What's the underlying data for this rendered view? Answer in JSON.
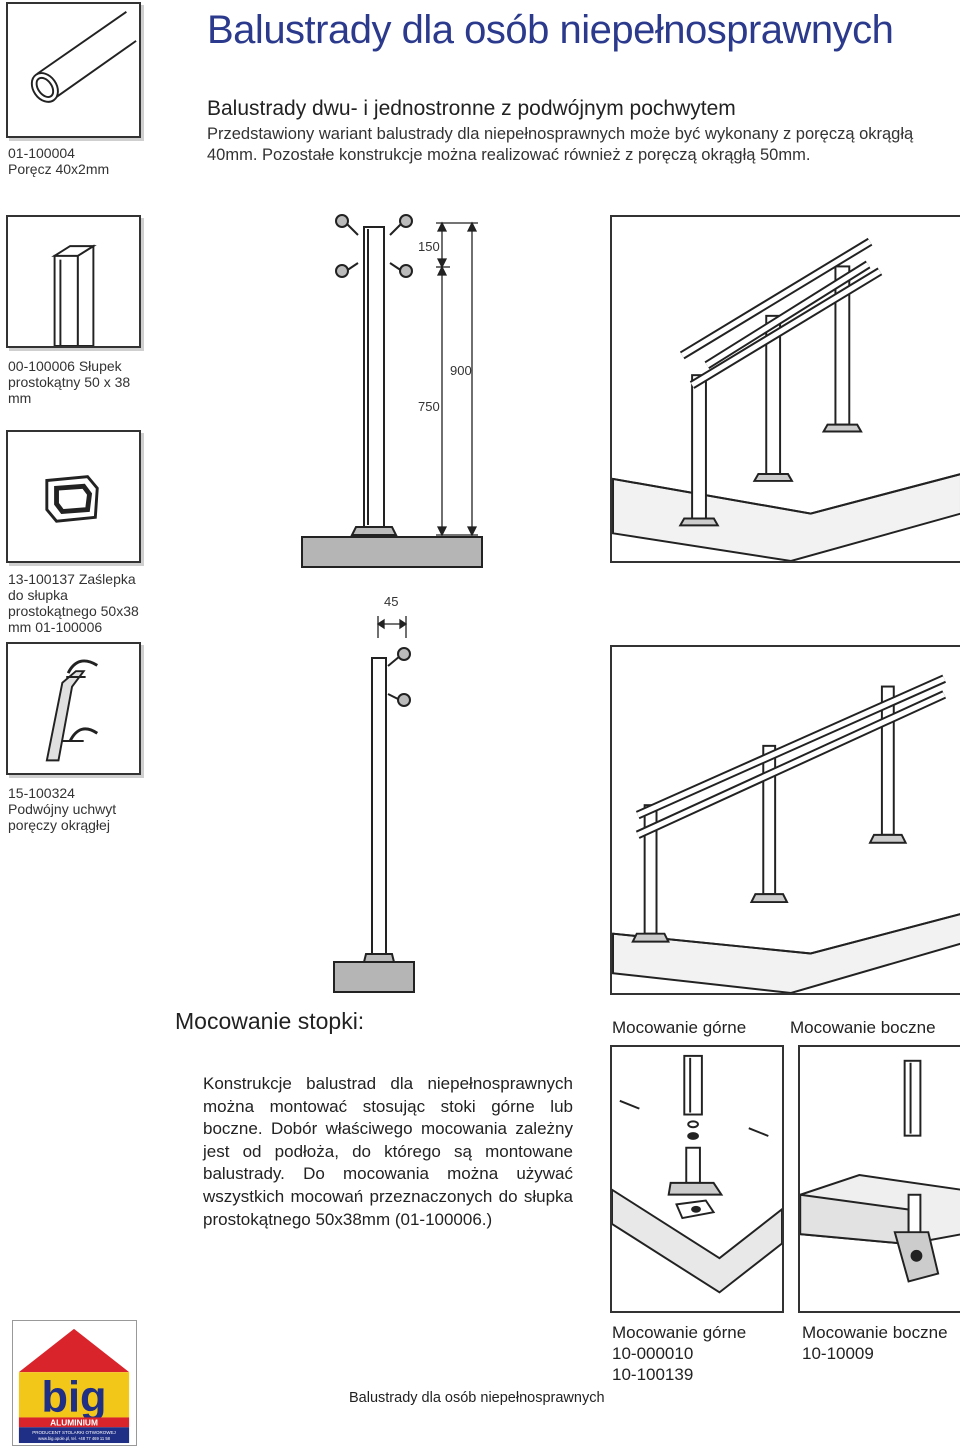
{
  "header": {
    "title": "Balustrady dla osób niepełnosprawnych",
    "subtitle": "Balustrady dwu- i jednostronne z podwójnym pochwytem",
    "intro": "Przedstawiony wariant balustrady dla niepełnosprawnych może być wykonany z poręczą okrągłą 40mm. Pozostałe konstrukcje można realizować również z poręczą okrągłą 50mm."
  },
  "sidebar": {
    "items": [
      {
        "caption": "01-100004\nPoręcz 40x2mm",
        "icon": "round-tube-icon"
      },
      {
        "caption": "00-100006 Słupek prostokątny 50 x 38 mm",
        "icon": "rectangular-post-icon"
      },
      {
        "caption": "13-100137 Zaślepka do słupka prostokątnego 50x38 mm 01-100006",
        "icon": "end-cap-icon"
      },
      {
        "caption": "15-100324\nPodwójny uchwyt poręczy okrągłej",
        "icon": "double-bracket-icon"
      }
    ]
  },
  "dimensions": {
    "d150": "150",
    "d900": "900",
    "d750": "750",
    "d45": "45"
  },
  "mounting": {
    "heading": "Mocowanie stopki:",
    "top_label": "Mocowanie górne",
    "side_label": "Mocowanie boczne",
    "description": "Konstrukcje balustrad dla niepełnosprawnych można montować stosując stoki górne lub boczne. Dobór właściwego mocowania zależny jest od podłoża, do którego są montowane balustrady. Do mocowania można używać wszystkich mocowań przeznaczonych do słupka prostokątnego 50x38mm (01-100006.)",
    "codes_top_title": "Mocowanie górne",
    "codes_top": [
      "10-000010",
      "10-100139"
    ],
    "codes_side_title": "Mocowanie boczne",
    "codes_side": [
      "10-10009"
    ]
  },
  "footer": {
    "text": "Balustrady dla osób niepełnosprawnych"
  },
  "logo": {
    "brand": "big",
    "line1": "ALUMINIUM",
    "line2": "PRODUCENT STOLARKI OTWOROWEJ",
    "line3": "www.big.opole.pl, tel. +48 77 469 11 58",
    "colors": {
      "red": "#d8242a",
      "blue": "#1f2f86",
      "yellow": "#f3c61a"
    }
  }
}
